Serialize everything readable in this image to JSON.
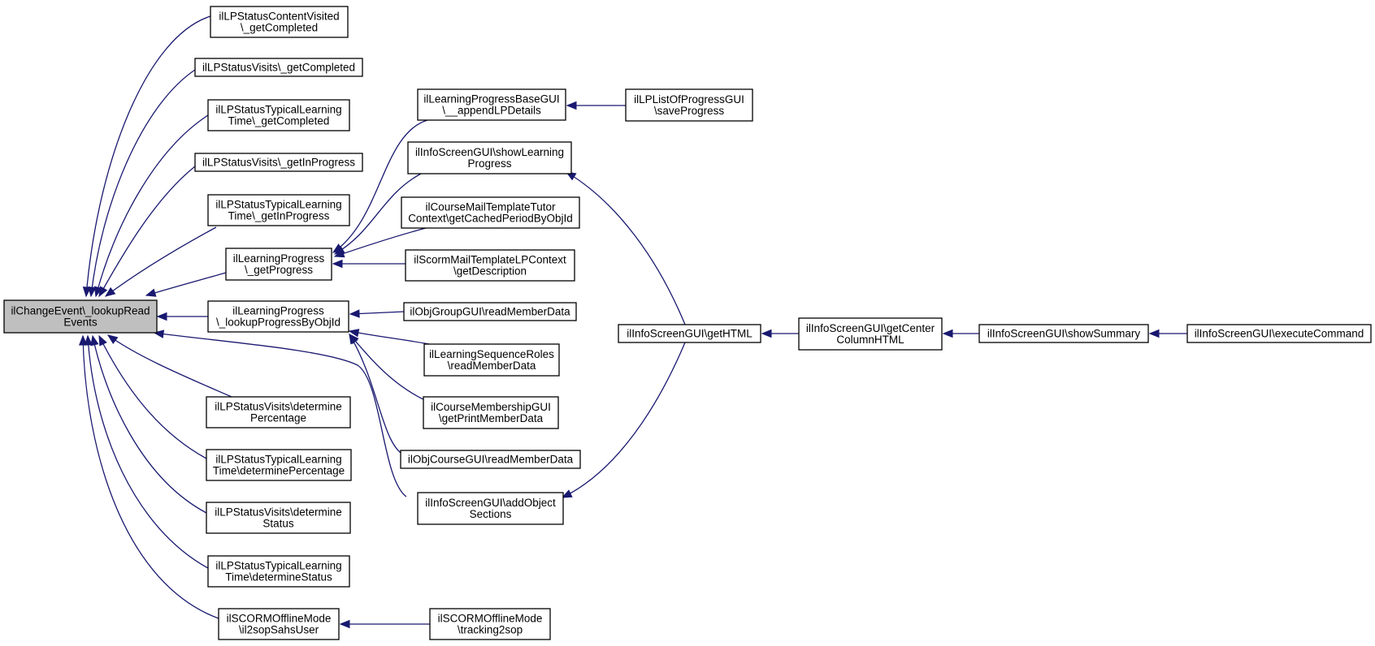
{
  "colors": {
    "edge": "#191970",
    "root_fill": "#bfbfbf",
    "node_fill": "#ffffff",
    "node_stroke": "#000000"
  },
  "nodes": [
    {
      "id": "root",
      "lines": [
        "ilChangeEvent\\_lookupRead",
        "Events"
      ]
    },
    {
      "id": "cv_completed",
      "lines": [
        "ilLPStatusContentVisited",
        "\\_getCompleted"
      ]
    },
    {
      "id": "v_completed",
      "lines": [
        "ilLPStatusVisits\\_getCompleted"
      ]
    },
    {
      "id": "tlt_completed",
      "lines": [
        "ilLPStatusTypicalLearning",
        "Time\\_getCompleted"
      ]
    },
    {
      "id": "v_inprogress",
      "lines": [
        "ilLPStatusVisits\\_getInProgress"
      ]
    },
    {
      "id": "tlt_inprogress",
      "lines": [
        "ilLPStatusTypicalLearning",
        "Time\\_getInProgress"
      ]
    },
    {
      "id": "lp_getprogress",
      "lines": [
        "ilLearningProgress",
        "\\_getProgress"
      ]
    },
    {
      "id": "lp_lookup",
      "lines": [
        "ilLearningProgress",
        "\\_lookupProgressByObjId"
      ]
    },
    {
      "id": "v_detpct",
      "lines": [
        "ilLPStatusVisits\\determine",
        "Percentage"
      ]
    },
    {
      "id": "tlt_detpct",
      "lines": [
        "ilLPStatusTypicalLearning",
        "Time\\determinePercentage"
      ]
    },
    {
      "id": "v_detstatus",
      "lines": [
        "ilLPStatusVisits\\determine",
        "Status"
      ]
    },
    {
      "id": "tlt_detstatus",
      "lines": [
        "ilLPStatusTypicalLearning",
        "Time\\determineStatus"
      ]
    },
    {
      "id": "scorm_il2sop",
      "lines": [
        "ilSCORMOfflineMode",
        "\\il2sopSahsUser"
      ]
    },
    {
      "id": "lpbase_append",
      "lines": [
        "ilLearningProgressBaseGUI",
        "\\__appendLPDetails"
      ]
    },
    {
      "id": "info_showlp",
      "lines": [
        "ilInfoScreenGUI\\showLearning",
        "Progress"
      ]
    },
    {
      "id": "mailtutor",
      "lines": [
        "ilCourseMailTemplateTutor",
        "Context\\getCachedPeriodByObjId"
      ]
    },
    {
      "id": "scormmail",
      "lines": [
        "ilScormMailTemplateLPContext",
        "\\getDescription"
      ]
    },
    {
      "id": "objgroup_read",
      "lines": [
        "ilObjGroupGUI\\readMemberData"
      ]
    },
    {
      "id": "lsroles_read",
      "lines": [
        "ilLearningSequenceRoles",
        "\\readMemberData"
      ]
    },
    {
      "id": "coursemember_print",
      "lines": [
        "ilCourseMembershipGUI",
        "\\getPrintMemberData"
      ]
    },
    {
      "id": "objcourse_read",
      "lines": [
        "ilObjCourseGUI\\readMemberData"
      ]
    },
    {
      "id": "info_addobj",
      "lines": [
        "ilInfoScreenGUI\\addObject",
        "Sections"
      ]
    },
    {
      "id": "scorm_tracking",
      "lines": [
        "ilSCORMOfflineMode",
        "\\tracking2sop"
      ]
    },
    {
      "id": "lplist_save",
      "lines": [
        "ilLPListOfProgressGUI",
        "\\saveProgress"
      ]
    },
    {
      "id": "info_gethtml",
      "lines": [
        "ilInfoScreenGUI\\getHTML"
      ]
    },
    {
      "id": "info_center",
      "lines": [
        "ilInfoScreenGUI\\getCenter",
        "ColumnHTML"
      ]
    },
    {
      "id": "info_summary",
      "lines": [
        "ilInfoScreenGUI\\showSummary"
      ]
    },
    {
      "id": "info_execute",
      "lines": [
        "ilInfoScreenGUI\\executeCommand"
      ]
    }
  ],
  "edges": [
    {
      "from": "cv_completed",
      "to": "root"
    },
    {
      "from": "v_completed",
      "to": "root"
    },
    {
      "from": "tlt_completed",
      "to": "root"
    },
    {
      "from": "v_inprogress",
      "to": "root"
    },
    {
      "from": "tlt_inprogress",
      "to": "root"
    },
    {
      "from": "lp_getprogress",
      "to": "root"
    },
    {
      "from": "lp_lookup",
      "to": "root"
    },
    {
      "from": "info_addobj",
      "to": "root"
    },
    {
      "from": "v_detpct",
      "to": "root"
    },
    {
      "from": "tlt_detpct",
      "to": "root"
    },
    {
      "from": "v_detstatus",
      "to": "root"
    },
    {
      "from": "tlt_detstatus",
      "to": "root"
    },
    {
      "from": "scorm_il2sop",
      "to": "root"
    },
    {
      "from": "lpbase_append",
      "to": "lp_getprogress"
    },
    {
      "from": "info_showlp",
      "to": "lp_getprogress"
    },
    {
      "from": "mailtutor",
      "to": "lp_getprogress"
    },
    {
      "from": "scormmail",
      "to": "lp_getprogress"
    },
    {
      "from": "objgroup_read",
      "to": "lp_lookup"
    },
    {
      "from": "lsroles_read",
      "to": "lp_lookup"
    },
    {
      "from": "coursemember_print",
      "to": "lp_lookup"
    },
    {
      "from": "objcourse_read",
      "to": "lp_lookup"
    },
    {
      "from": "scorm_tracking",
      "to": "scorm_il2sop"
    },
    {
      "from": "lplist_save",
      "to": "lpbase_append"
    },
    {
      "from": "info_gethtml",
      "to": "info_showlp"
    },
    {
      "from": "info_gethtml",
      "to": "info_addobj"
    },
    {
      "from": "info_center",
      "to": "info_gethtml"
    },
    {
      "from": "info_summary",
      "to": "info_center"
    },
    {
      "from": "info_execute",
      "to": "info_summary"
    }
  ]
}
